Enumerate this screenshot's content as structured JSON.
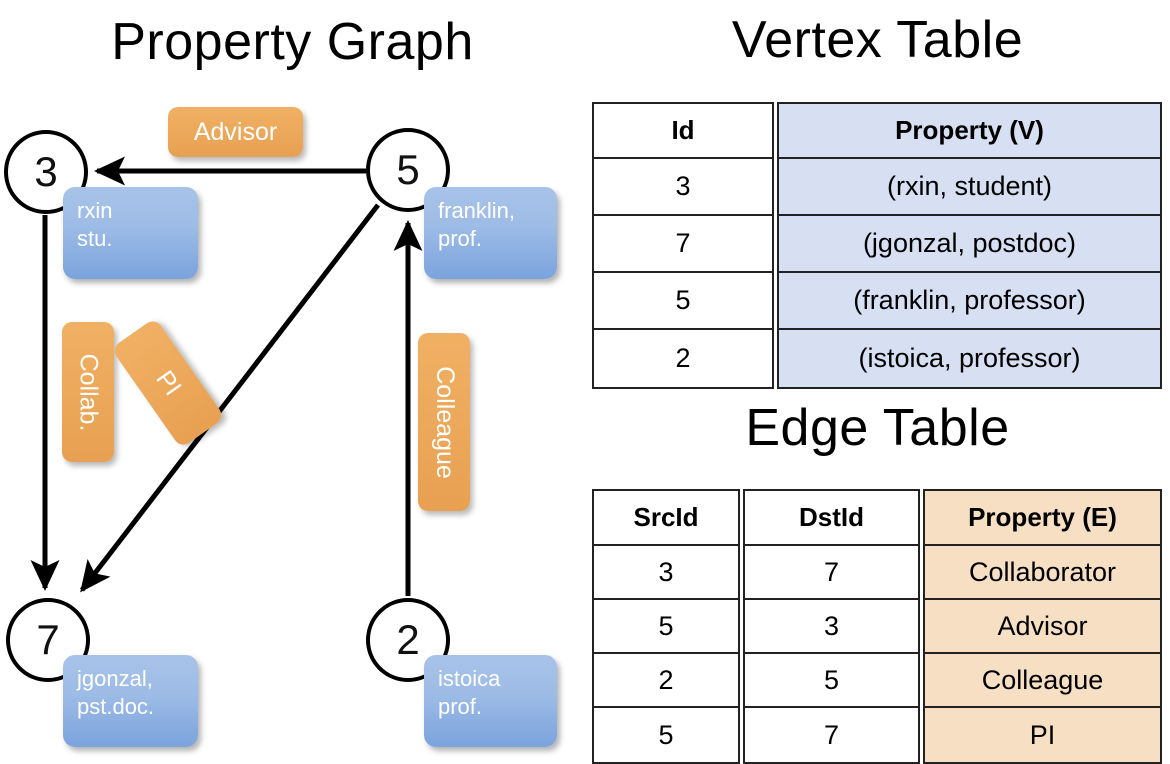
{
  "titles": {
    "property_graph": "Property Graph",
    "vertex_table": "Vertex Table",
    "edge_table": "Edge Table"
  },
  "graph": {
    "nodes": [
      {
        "id": "3",
        "label": "3",
        "property_line1": "rxin",
        "property_line2": "stu."
      },
      {
        "id": "5",
        "label": "5",
        "property_line1": "franklin,",
        "property_line2": "prof."
      },
      {
        "id": "7",
        "label": "7",
        "property_line1": "jgonzal,",
        "property_line2": "pst.doc."
      },
      {
        "id": "2",
        "label": "2",
        "property_line1": "istoica",
        "property_line2": "prof."
      }
    ],
    "edge_labels": [
      {
        "key": "advisor",
        "text": "Advisor",
        "orientation": "horizontal"
      },
      {
        "key": "collab",
        "text": "Collab.",
        "orientation": "vertical"
      },
      {
        "key": "pi",
        "text": "PI",
        "orientation": "rotated"
      },
      {
        "key": "colleague",
        "text": "Colleague",
        "orientation": "vertical"
      }
    ],
    "edges": [
      {
        "src": "5",
        "dst": "3",
        "label": "Advisor"
      },
      {
        "src": "3",
        "dst": "7",
        "label": "Collab."
      },
      {
        "src": "5",
        "dst": "7",
        "label": "PI"
      },
      {
        "src": "2",
        "dst": "5",
        "label": "Colleague"
      }
    ]
  },
  "vertex_table": {
    "headers": [
      "Id",
      "Property (V)"
    ],
    "rows": [
      {
        "id": "3",
        "property": "(rxin, student)"
      },
      {
        "id": "7",
        "property": "(jgonzal, postdoc)"
      },
      {
        "id": "5",
        "property": "(franklin, professor)"
      },
      {
        "id": "2",
        "property": "(istoica, professor)"
      }
    ]
  },
  "edge_table": {
    "headers": [
      "SrcId",
      "DstId",
      "Property (E)"
    ],
    "rows": [
      {
        "src": "3",
        "dst": "7",
        "property": "Collaborator"
      },
      {
        "src": "5",
        "dst": "3",
        "property": "Advisor"
      },
      {
        "src": "2",
        "dst": "5",
        "property": "Colleague"
      },
      {
        "src": "5",
        "dst": "7",
        "property": "PI"
      }
    ]
  },
  "colors": {
    "vertex_property_fill": "#d6e0f2",
    "edge_property_fill": "#f7dfc4",
    "vertex_card": "#9cbbe6",
    "edge_card": "#eda95c",
    "stroke": "#000000"
  }
}
